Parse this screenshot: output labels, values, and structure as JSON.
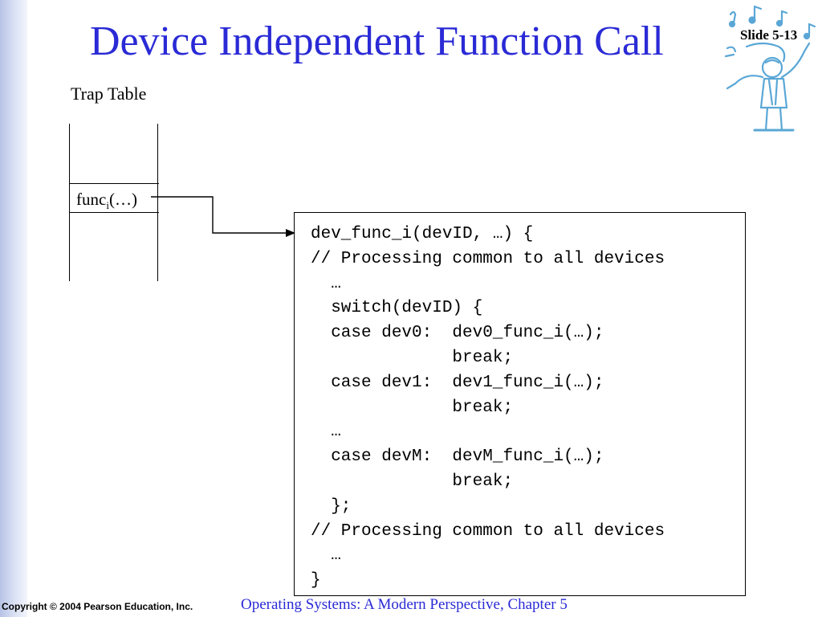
{
  "slide": {
    "title": "Device Independent Function Call",
    "number": "Slide 5-13"
  },
  "trap_table": {
    "title": "Trap Table",
    "entry_base": "func",
    "entry_sub": "i",
    "entry_args": "(…)"
  },
  "code": {
    "lines": [
      "dev_func_i(devID, …) {",
      "// Processing common to all devices",
      "  …",
      "  switch(devID) {",
      "  case dev0:  dev0_func_i(…);",
      "              break;",
      "  case dev1:  dev1_func_i(…);",
      "              break;",
      "  …",
      "  case devM:  devM_func_i(…);",
      "              break;",
      "  };",
      "// Processing common to all devices",
      "  …",
      "}"
    ]
  },
  "footer": {
    "copyright": "Copyright © 2004 Pearson Education, Inc.",
    "course": "Operating Systems: A Modern Perspective, Chapter 5"
  },
  "colors": {
    "title": "#2a2ad6",
    "footer": "#2a2ad6",
    "mascot": "#5aa7d6"
  },
  "icons": {
    "mascot": "music-conductor-mascot-icon"
  }
}
